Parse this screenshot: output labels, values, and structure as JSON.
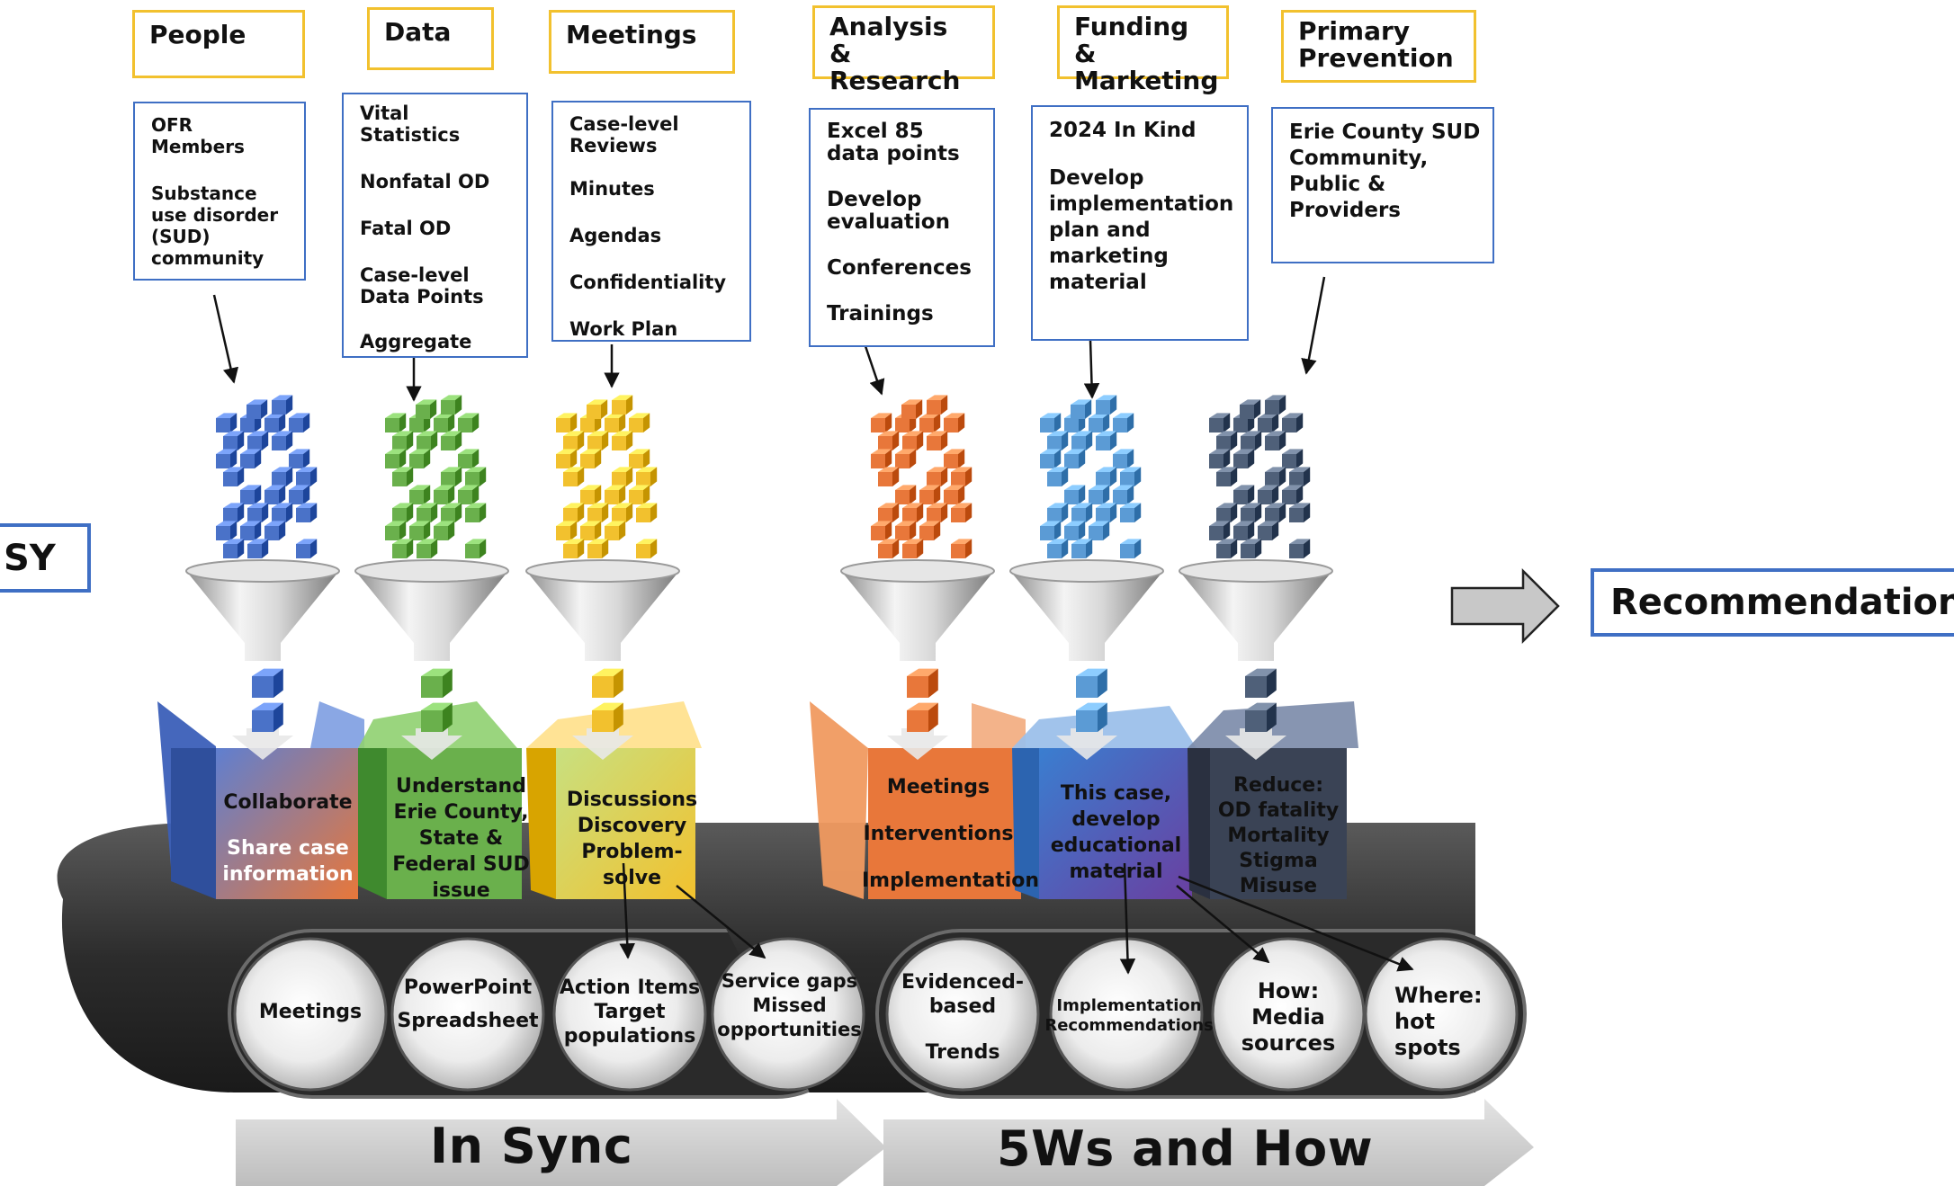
{
  "partial_left_box": "SY",
  "recommendation": "Recommendation",
  "columns": [
    {
      "title": "People",
      "items": [
        "OFR Members",
        "Substance use disorder (SUD) community"
      ],
      "box_lines": [
        "Collaborate",
        "",
        "Share case",
        "information"
      ],
      "cube_color": "#4a72c8"
    },
    {
      "title": "Data",
      "items": [
        "Vital Statistics",
        "Nonfatal OD",
        "Fatal OD",
        "Case-level Data Points",
        "Aggregate"
      ],
      "box_lines": [
        "Understand",
        "Erie County,",
        "State &",
        "Federal SUD",
        "issue"
      ],
      "cube_color": "#6ab04c"
    },
    {
      "title": "Meetings",
      "items": [
        "Case-level Reviews",
        "Minutes",
        "Agendas",
        "Confidentiality",
        "Work Plan"
      ],
      "box_lines": [
        "Discussions",
        "Discovery",
        "Problem-solve"
      ],
      "cube_color": "#f2c12e"
    },
    {
      "title": "Analysis & Research",
      "items": [
        "Excel 85 data points",
        "Develop evaluation",
        "Conferences",
        "Trainings"
      ],
      "box_lines": [
        "Meetings",
        "",
        "Interventions",
        "",
        "Implementation"
      ],
      "cube_color": "#e8773a"
    },
    {
      "title": "Funding & Marketing",
      "items": [
        "2024 In Kind",
        "Develop implementation plan and marketing material"
      ],
      "box_lines": [
        "This case,",
        "develop",
        "educational",
        "material"
      ],
      "cube_color": "#5b9bd5"
    },
    {
      "title": "Primary Prevention",
      "items": [
        "Erie County SUD Community, Public & Providers"
      ],
      "box_lines": [
        "Reduce:",
        "OD fatality",
        "Mortality",
        "Stigma",
        "Misuse"
      ],
      "cube_color": "#4f6079"
    }
  ],
  "rollers": [
    {
      "lines": [
        "Meetings"
      ]
    },
    {
      "lines": [
        "PowerPoint",
        "",
        "Spreadsheet"
      ]
    },
    {
      "lines": [
        "Action Items",
        "Target",
        "populations"
      ]
    },
    {
      "lines": [
        "Service gaps",
        "Missed",
        "opportunities"
      ]
    },
    {
      "lines": [
        "Evidenced-",
        "based",
        "",
        "Trends"
      ]
    },
    {
      "lines": [
        "Implementation",
        "Recommendations"
      ]
    },
    {
      "lines": [
        "How:",
        "Media",
        "sources"
      ]
    },
    {
      "lines": [
        "Where:",
        "hot",
        "spots"
      ]
    }
  ],
  "bands": [
    "In Sync",
    "5Ws and How"
  ],
  "colors": {
    "title_border": "#f2c12e",
    "content_border": "#3f6fc4",
    "belt": "#3a3a3a",
    "band": "#d0d0d0"
  }
}
